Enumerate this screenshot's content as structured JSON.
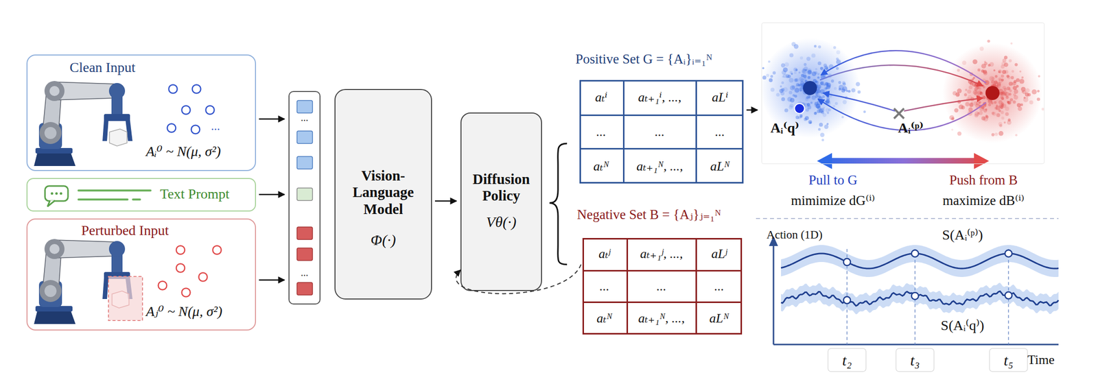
{
  "diagram": {
    "nodes": [
      {
        "text": [
          "Clean Input",
          "...",
          "Aᵢ⁰ ~ N(μ, σ²)"
        ]
      },
      {
        "text": [
          "Text Prompt"
        ]
      },
      {
        "text": [
          "Perturbed Input",
          "Aⱼ⁰ ~ N(μ, σ²)"
        ]
      },
      {
        "text": [
          "...",
          "..."
        ]
      },
      {
        "text": [
          "Vision-Language Model",
          "Φ(·)"
        ]
      },
      {
        "text": [
          "Diffusion Policy",
          "Vθ(·)"
        ]
      },
      {
        "text": [
          "Positive Set G = {Aᵢ}ᵢ₌₁ᴺ"
        ]
      },
      {
        "text": [
          "Negative Set B = {Aⱼ}ⱼ₌₁ᴺ"
        ]
      },
      {
        "text": [
          "Aᵢ⁽q⁾",
          "Aᵢ⁽ᵖ⁾"
        ]
      }
    ],
    "edges": [
      {
        "from": 0,
        "to": 3,
        "arrow": "to"
      },
      {
        "from": 1,
        "to": 3,
        "arrow": "to"
      },
      {
        "from": 2,
        "to": 3,
        "arrow": "to"
      },
      {
        "from": 4,
        "to": 5,
        "arrow": "to"
      },
      {
        "from": 6,
        "to": 8,
        "arrow": "to"
      },
      {
        "from": 7,
        "to": 5,
        "arrow": "to"
      }
    ],
    "labels": [
      "aₜⁱ",
      "aₜ₊₁ⁱ, ...,",
      "aLⁱ",
      "...",
      "...",
      "...",
      "aₜᴺ",
      "aₜ₊₁ᴺ, ...,",
      "aLᴺ",
      "aₜʲ",
      "aₜ₊₁ʲ, ...,",
      "aLʲ",
      "...",
      "...",
      "...",
      "aₜᴺ",
      "aₜ₊₁ᴺ, ...,",
      "aLᴺ",
      "Pull to G",
      "mimimize dG⁽ⁱ⁾",
      "Push from B",
      "maximize dB⁽ⁱ⁾",
      "Action (1D)",
      "S(Aᵢ⁽ᵖ⁾)",
      "S(Aᵢ⁽q⁾)",
      "t₂",
      "t₃",
      "t₅",
      "Time"
    ]
  }
}
